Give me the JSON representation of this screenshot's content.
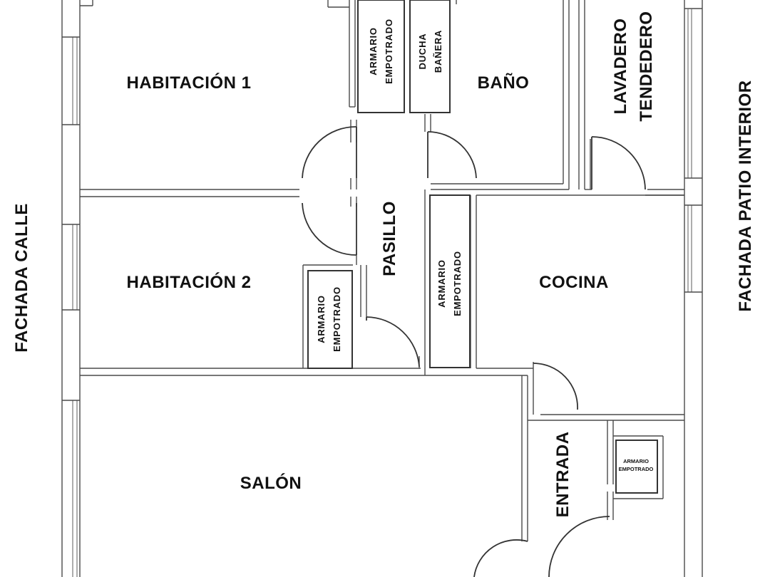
{
  "rooms": {
    "habitacion1": "HABITACIÓN  1",
    "habitacion2": "HABITACIÓN  2",
    "bano": "BAÑO",
    "cocina": "COCINA",
    "salon": "SALÓN",
    "pasillo": "PASILLO",
    "entrada": "ENTRADA",
    "lavadero": "LAVADERO",
    "tendedero": "TENDEDERO"
  },
  "facades": {
    "calle": "FACHADA CALLE",
    "patio": "FACHADA PATIO INTERIOR"
  },
  "fixtures": {
    "armario": "ARMARIO",
    "empotrado": "EMPOTRADO",
    "ducha": "DUCHA",
    "banera": "BAÑERA"
  }
}
